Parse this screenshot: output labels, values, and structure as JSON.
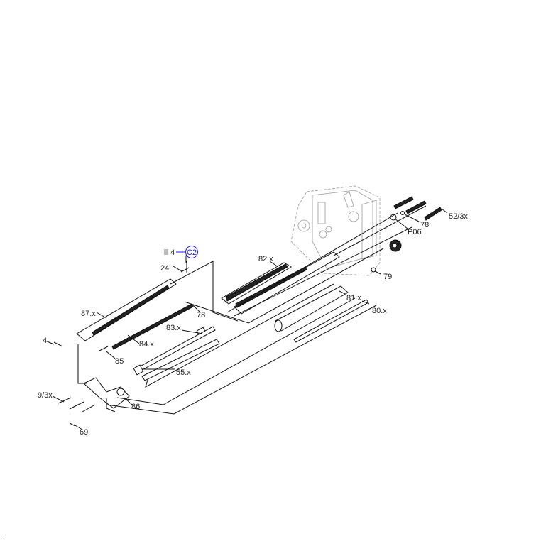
{
  "callout": {
    "ref_label": "4",
    "ref_icon": "page-icon",
    "circle_label": "C2",
    "circle_color": "#1a1aff"
  },
  "labels": {
    "l24": "24",
    "l82": "82.x",
    "l87": "87.x",
    "l78a": "78",
    "l83": "83.x",
    "l84": "84.x",
    "l85": "85",
    "l55": "55.x",
    "l4": "4",
    "l9": "9/3x",
    "l86": "86",
    "l69": "69",
    "l81": "81.x",
    "l80": "80.x",
    "l79": "79",
    "lP06": "P06",
    "l78b": "78",
    "l52": "52/3x"
  }
}
